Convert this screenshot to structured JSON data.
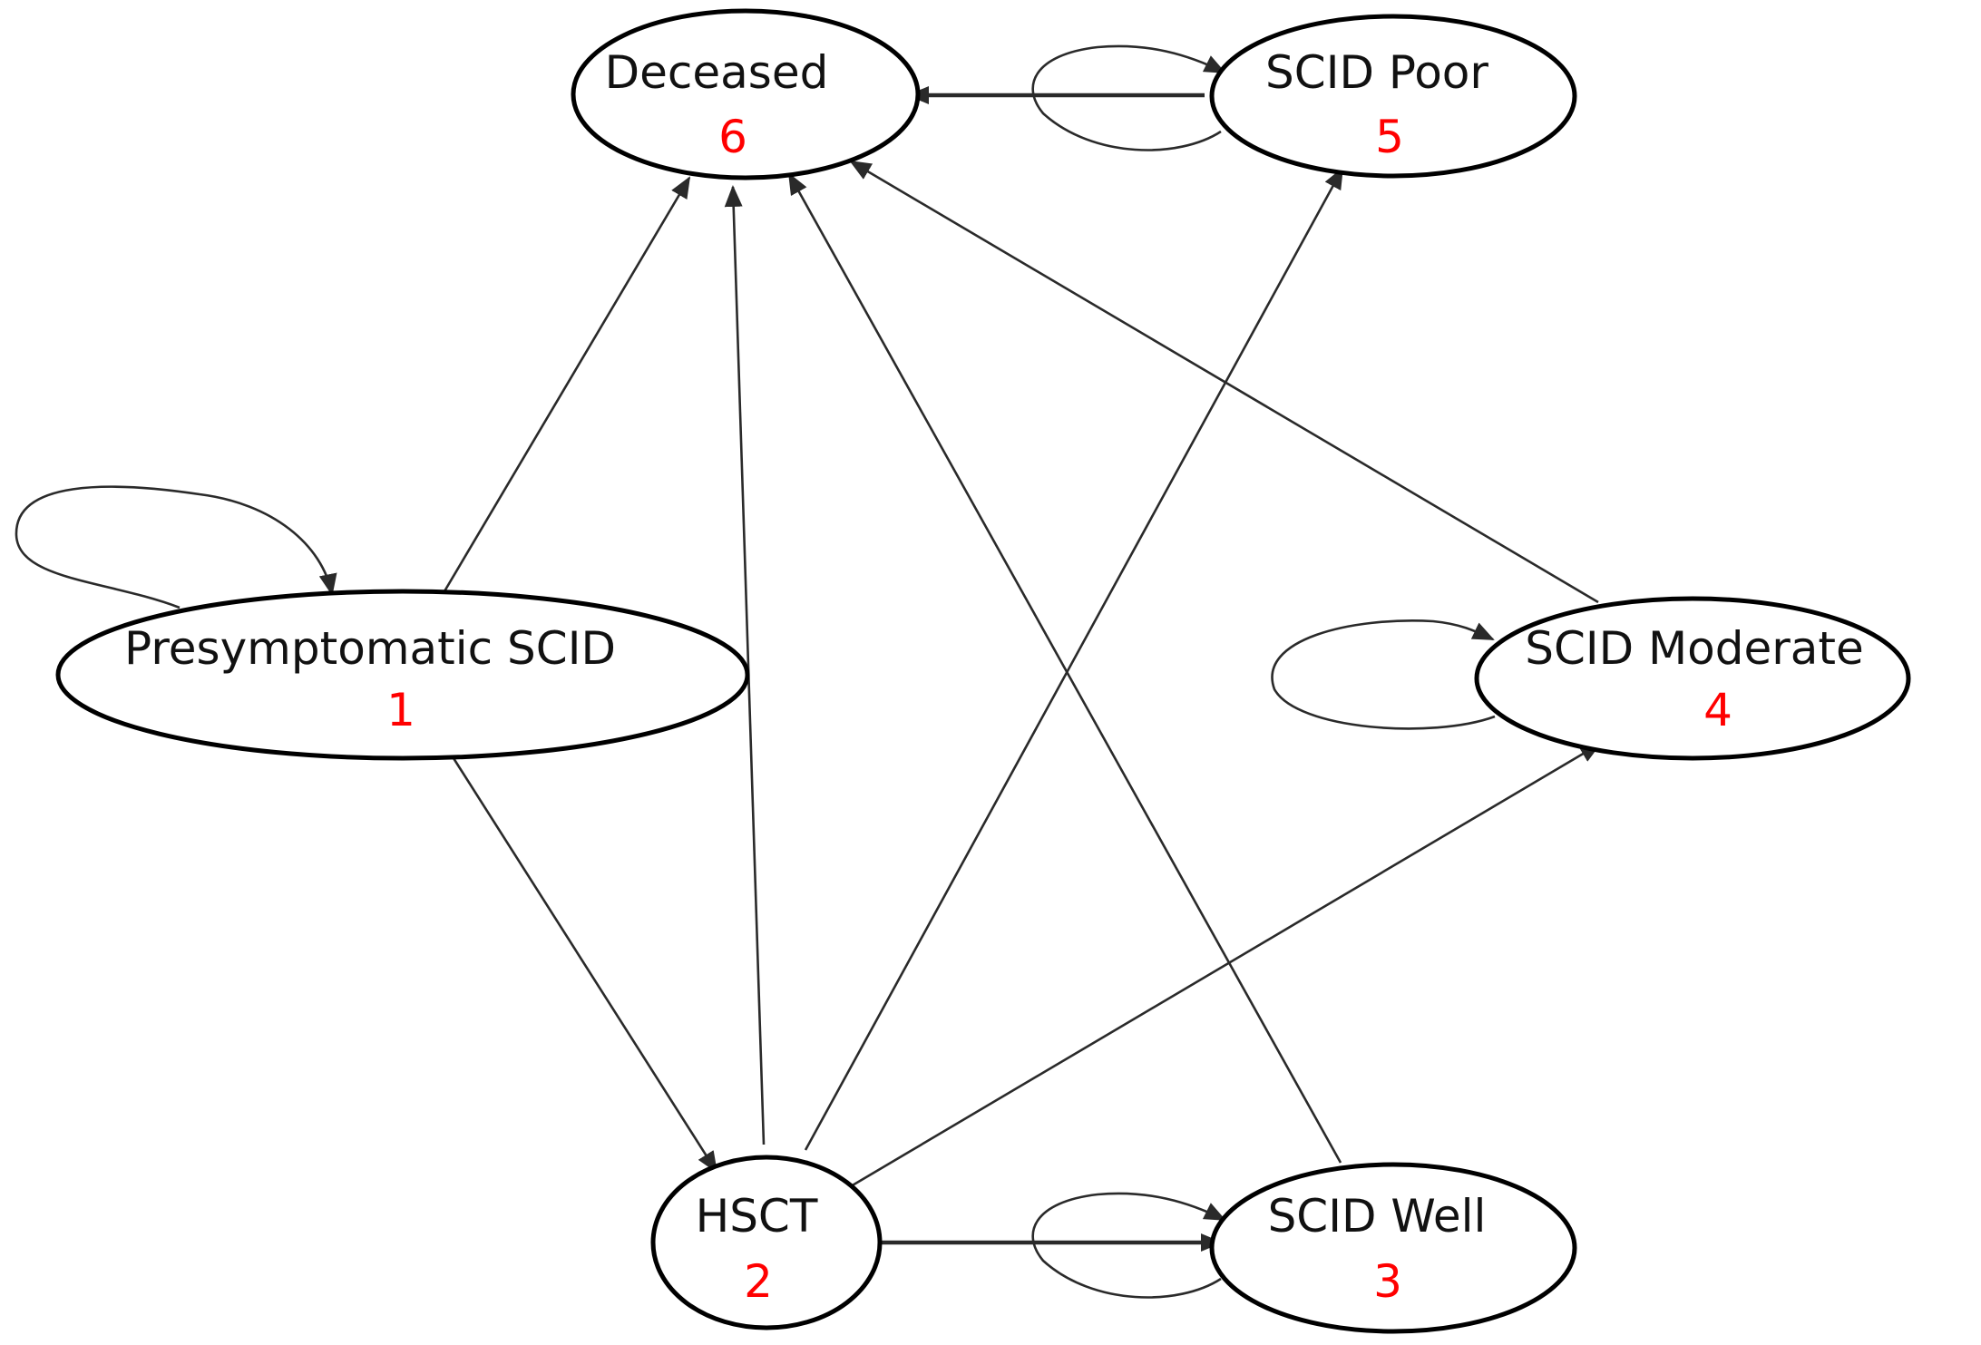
{
  "diagram": {
    "nodes": [
      {
        "id": "deceased",
        "label": "Deceased",
        "number": "6"
      },
      {
        "id": "scid-poor",
        "label": "SCID Poor",
        "number": "5"
      },
      {
        "id": "presymptomatic",
        "label": "Presymptomatic SCID",
        "number": "1"
      },
      {
        "id": "scid-moderate",
        "label": "SCID Moderate",
        "number": "4"
      },
      {
        "id": "hsct",
        "label": "HSCT",
        "number": "2"
      },
      {
        "id": "scid-well",
        "label": "SCID Well",
        "number": "3"
      }
    ],
    "edges": [
      {
        "from": "1",
        "to": "6"
      },
      {
        "from": "1",
        "to": "2"
      },
      {
        "from": "1",
        "to": "1"
      },
      {
        "from": "2",
        "to": "6"
      },
      {
        "from": "2",
        "to": "5"
      },
      {
        "from": "2",
        "to": "4"
      },
      {
        "from": "2",
        "to": "3"
      },
      {
        "from": "3",
        "to": "6"
      },
      {
        "from": "3",
        "to": "3"
      },
      {
        "from": "4",
        "to": "6"
      },
      {
        "from": "4",
        "to": "4"
      },
      {
        "from": "5",
        "to": "6"
      },
      {
        "from": "5",
        "to": "5"
      }
    ],
    "colors": {
      "number": "#ff0000",
      "outline": "#000000",
      "edge": "#2a2a2a"
    }
  }
}
